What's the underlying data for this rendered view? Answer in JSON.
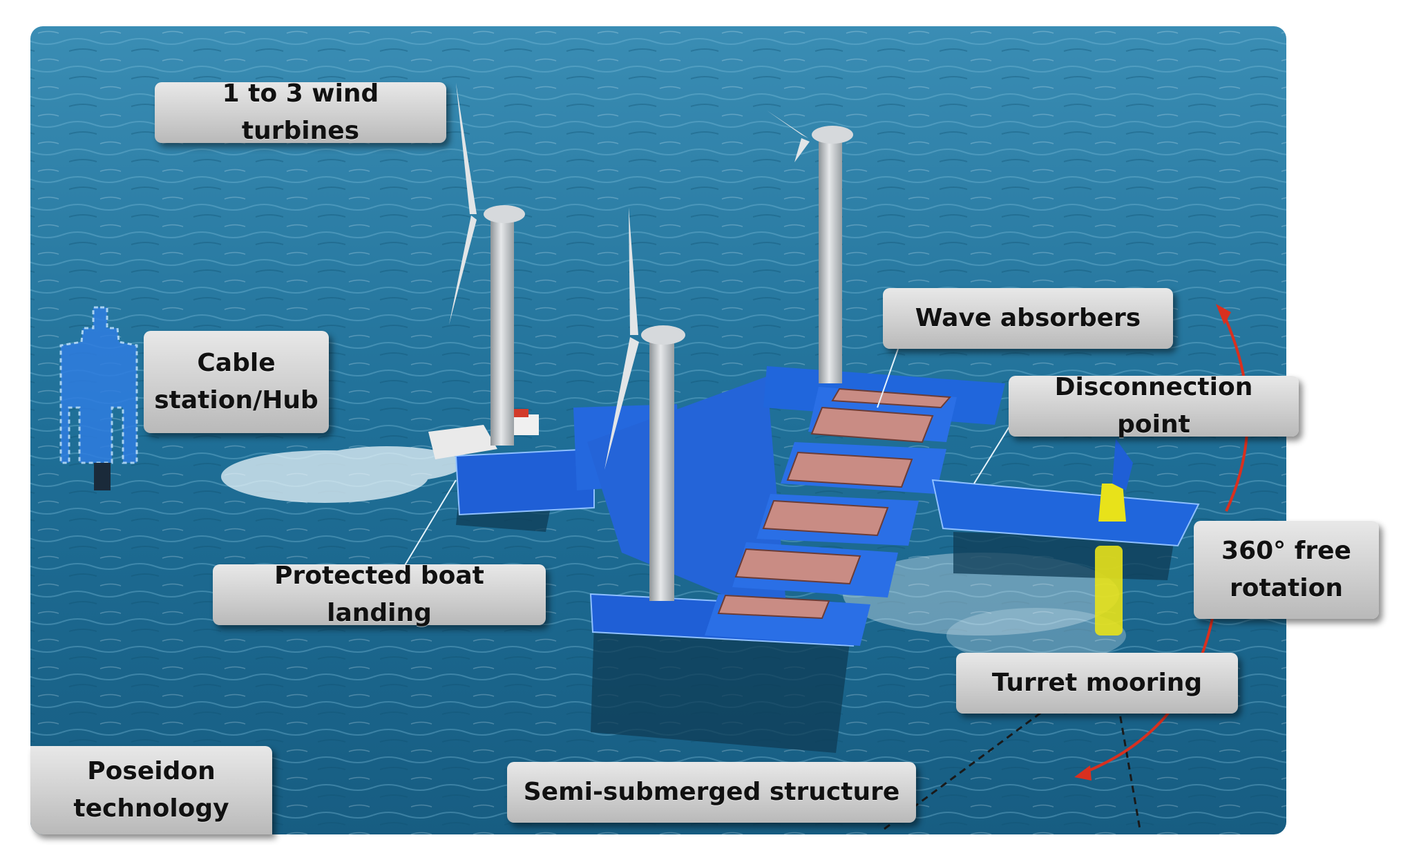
{
  "labels": {
    "wind_turbines": "1 to 3 wind turbines",
    "cable_station_line1": "Cable",
    "cable_station_line2": "station/Hub",
    "wave_absorbers": "Wave absorbers",
    "disconnection_point": "Disconnection point",
    "rotation_line1": "360° free",
    "rotation_line2": "rotation",
    "boat_landing": "Protected boat landing",
    "turret_mooring": "Turret mooring",
    "semi_submerged": "Semi-submerged structure",
    "technology_line1": "Poseidon",
    "technology_line2": "technology"
  },
  "colors": {
    "sea": "#1e6f96",
    "platform": "#1f5fd6",
    "absorber": "#c98c84",
    "turbine": "#c9cdd0",
    "turret": "#e8e21a",
    "arrow": "#d9301f"
  }
}
